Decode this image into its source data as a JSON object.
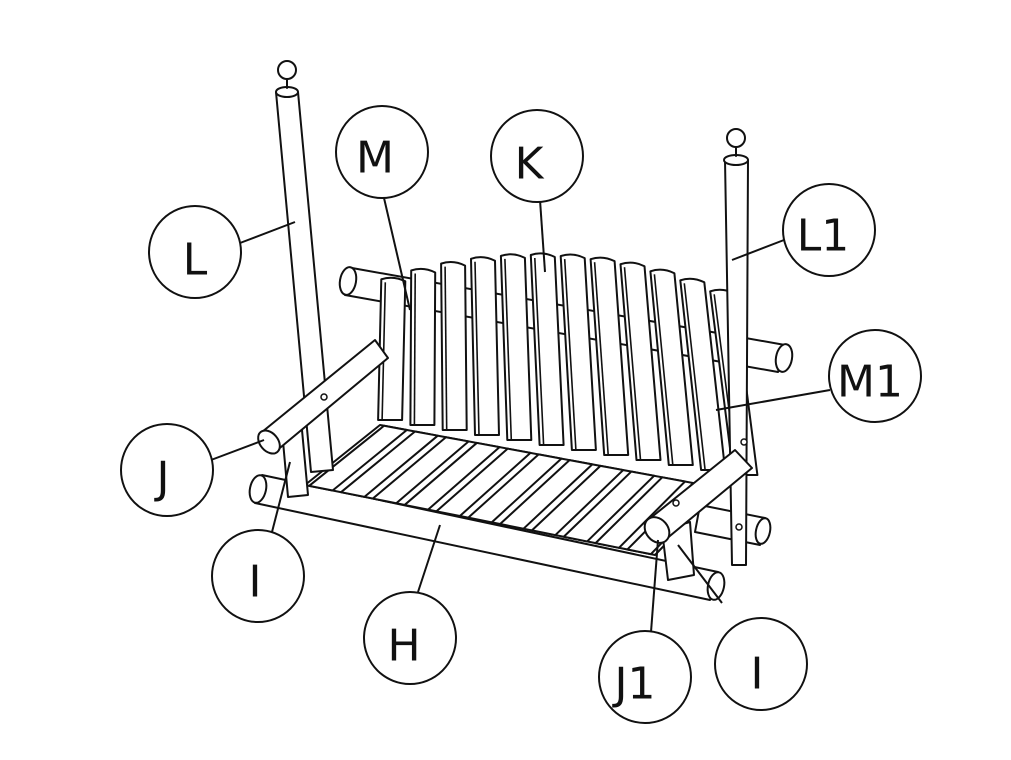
{
  "diagram": {
    "labels": {
      "L": "L",
      "M": "M",
      "K": "K",
      "L1": "L1",
      "M1": "M1",
      "J": "J",
      "I_left": "I",
      "H": "H",
      "J1": "J1",
      "I_right": "I"
    },
    "colors": {
      "stroke": "#111111",
      "background": "#ffffff"
    }
  }
}
